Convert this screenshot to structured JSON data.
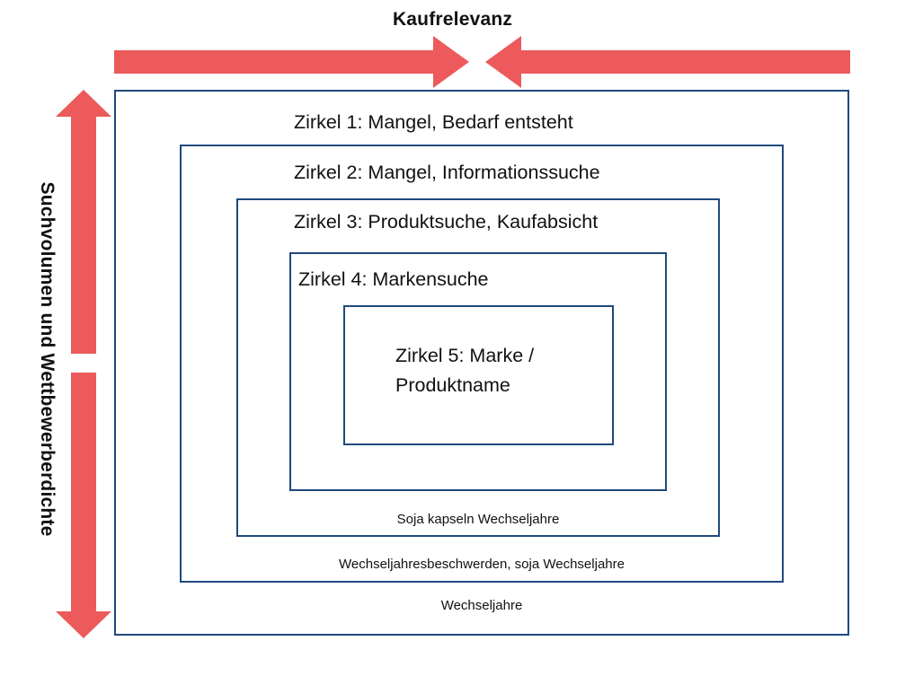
{
  "title": "Kaufrelevanz",
  "vertical_label": "Suchvolumen und Wettbewerberdichte",
  "circles": [
    {
      "label": "Zirkel 1: Mangel, Bedarf entsteht",
      "keyword": "Wechseljahre"
    },
    {
      "label": "Zirkel 2: Mangel, Informationssuche",
      "keyword": "Wechseljahresbeschwerden, soja Wechseljahre"
    },
    {
      "label": "Zirkel 3: Produktsuche, Kaufabsicht",
      "keyword": "Soja kapseln Wechseljahre"
    },
    {
      "label": "Zirkel 4: Markensuche",
      "keyword": ""
    },
    {
      "label_line1": "Zirkel 5: Marke /",
      "label_line2": "Produktname"
    }
  ],
  "colors": {
    "arrow": "#ec5a5b",
    "box_border": "#1f497d",
    "text": "#111111"
  }
}
